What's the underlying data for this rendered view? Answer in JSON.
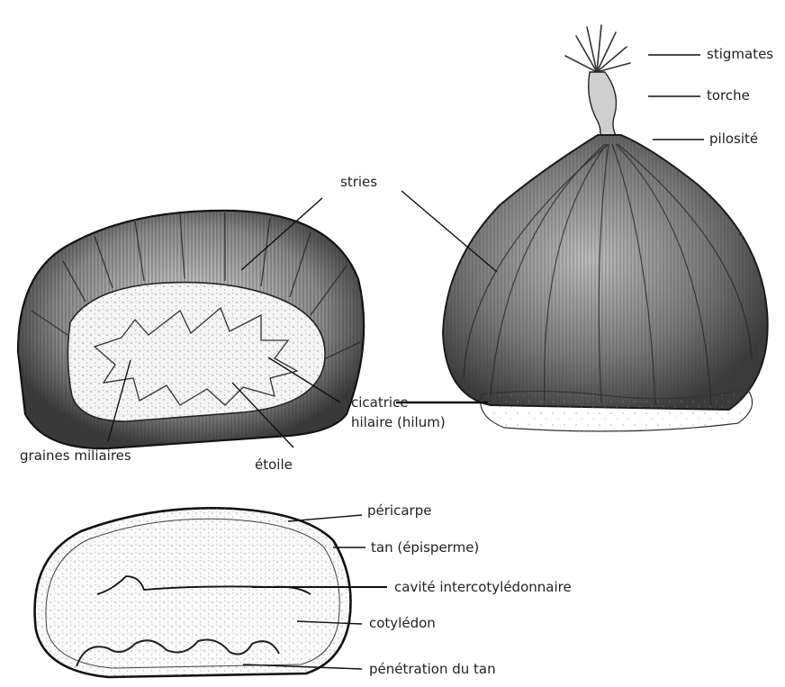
{
  "labels": {
    "stigmates": "stigmates",
    "torche": "torche",
    "pilosite": "pilosité",
    "stries": "stries",
    "cicatrice_line1": "cicatrice",
    "cicatrice_line2": "hilaire (hilum)",
    "graines_miliaires": "graines miliaires",
    "etoile": "étoile",
    "pericarpe": "péricarpe",
    "tan": "tan (épisperme)",
    "cavite": "cavité intercotylédonnaire",
    "cotyledon": "cotylédon",
    "penetration": "pénétration du tan"
  },
  "colors": {
    "ink": "#1a1a1a",
    "shade": "#6b6b6b",
    "paper": "#ffffff",
    "scar": "#e8e4dc"
  }
}
